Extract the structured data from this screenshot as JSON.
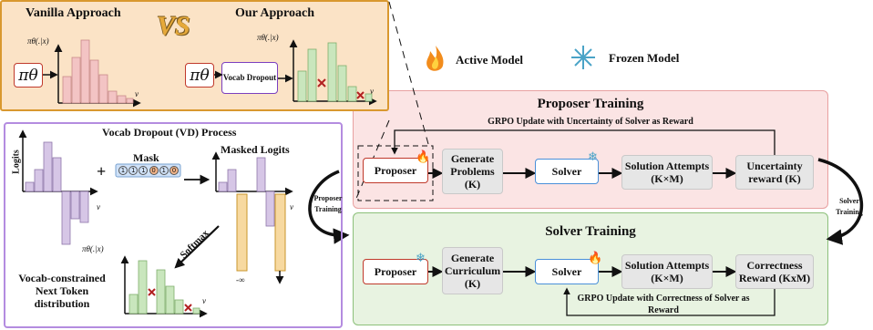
{
  "vanilla": {
    "title": "Vanilla Approach",
    "vs": "VS",
    "pi": "πθ",
    "yaxis": "πθ(.|x)",
    "xaxis": "ν"
  },
  "ours": {
    "title": "Our Approach",
    "pi": "πθ",
    "vocab_dropout": "Vocab Dropout",
    "yaxis": "πθ(.|x)",
    "xaxis": "ν"
  },
  "legend": {
    "active": "Active Model",
    "frozen": "Frozen Model"
  },
  "vd": {
    "title": "Vocab Dropout (VD) Process",
    "logits": "Logits",
    "plus": "+",
    "mask": "Mask",
    "mask_bits": [
      "1",
      "1",
      "1",
      "0",
      "1",
      "0"
    ],
    "masked_logits": "Masked Logits",
    "neg_inf": "-∞",
    "softmax": "Softmax",
    "yaxis": "πθ(.|x)",
    "xaxis": "ν",
    "output_label": "Vocab-constrained Next Token distribution"
  },
  "proposer_training": {
    "title": "Proposer Training",
    "grpo": "GRPO Update with Uncertainty of Solver as Reward",
    "proposer": "Proposer",
    "generate": "Generate Problems (K)",
    "solver": "Solver",
    "attempts": "Solution Attempts (K×M)",
    "reward": "Uncertainty reward (K)"
  },
  "solver_training": {
    "title": "Solver Training",
    "grpo": "GRPO Update with Correctness of Solver as Reward",
    "proposer": "Proposer",
    "generate": "Generate Curriculum (K)",
    "solver": "Solver",
    "attempts": "Solution Attempts (K×M)",
    "reward": "Correctness Reward (KxM)"
  },
  "cycle": {
    "proposer_training": "Proposer Training",
    "solver_training": "Solver Training"
  },
  "colors": {
    "orange_bg": "#fbe3c6",
    "orange_border": "#d9982f",
    "purple_border": "#b48ce0",
    "pink_bg": "#fbe4e4",
    "pink_border": "#e8a0a0",
    "green_bg": "#e8f3e1",
    "green_border": "#8cc07a",
    "bar_red": "#f3c4c4",
    "bar_green": "#c9e6bd",
    "bar_purple": "#d6c6e6",
    "bar_orange": "#f7d9a0"
  }
}
